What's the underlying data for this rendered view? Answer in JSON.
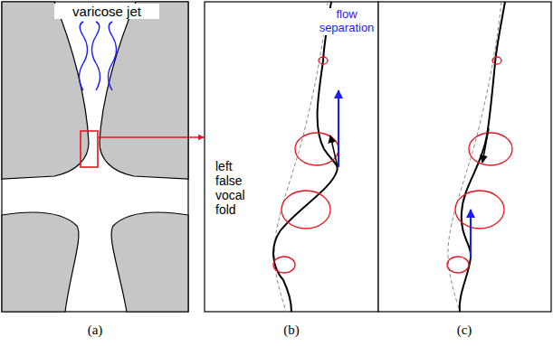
{
  "diagram": {
    "labels": [
      "varicose jet",
      "flow separation",
      "left false vocal fold",
      "(a)",
      "(b)",
      "(c)"
    ]
  }
}
